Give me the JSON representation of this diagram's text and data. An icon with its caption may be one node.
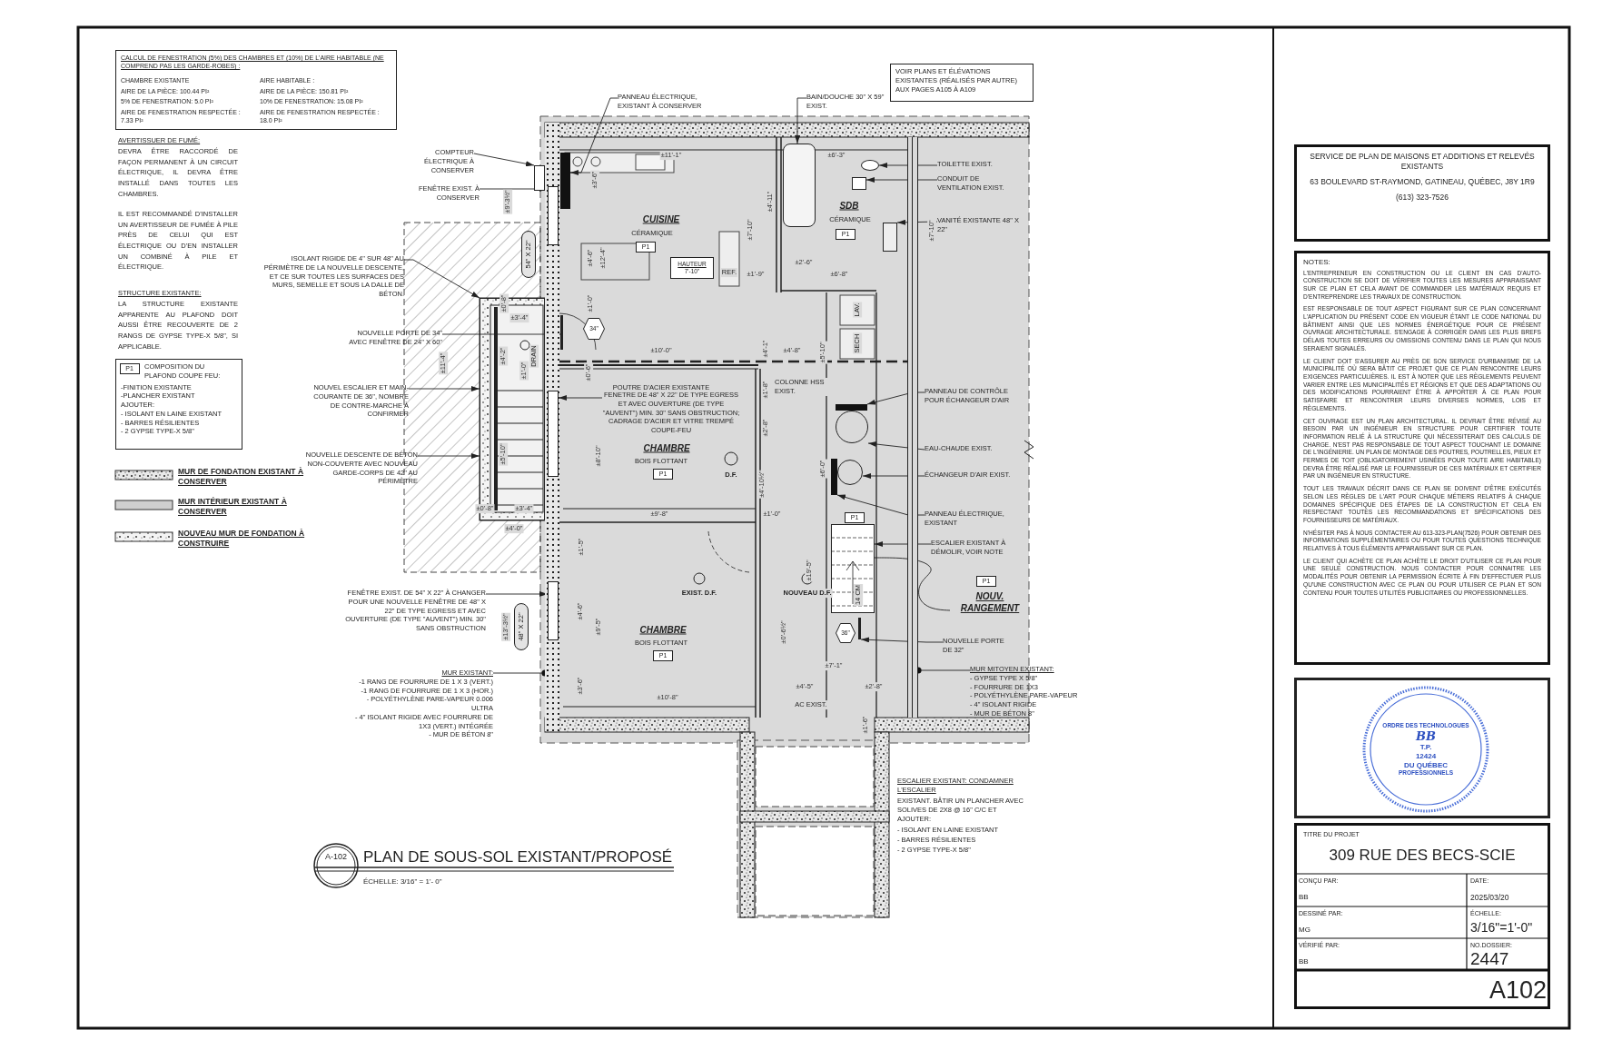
{
  "diagram": {
    "title": "PLAN DE SOUS-SOL EXISTANT/PROPOSÉ",
    "nodes": [
      {
        "text": [
          "CALCUL DE FENESTRATION (5%) DES CHAMBRES ET (10%) DE L'AIRE HABITABLE (NE COMPREND PAS LES GARDE-ROBES) :",
          "CHAMBRE EXISTANTE",
          "AIRE DE LA PIÈCE: 100.44 PI²",
          "5% DE FENESTRATION: 5.0 PI²",
          "AIRE DE FENESTRATION RESPECTÉE : 7.33 PI²",
          "AIRE HABITABLE :",
          "AIRE DE LA PIÈCE: 150.81 PI²",
          "10% DE FENESTRATION: 15.08 PI²",
          "AIRE DE FENESTRATION RESPECTÉE : 18.0 PI²"
        ]
      },
      {
        "text": [
          "COMPOSITION DU PLAFOND COUPE FEU:",
          "-FINITION EXISTANTE",
          "-PLANCHER EXISTANT",
          "AJOUTER:",
          "- ISOLANT EN LAINE EXISTANT",
          "- BARRES RÉSILIENTES",
          "- 2 GYPSE TYPE-X 5/8\""
        ]
      },
      {
        "text": [
          "P1"
        ],
        "in": 1
      },
      {
        "text": [
          "PANNEAU ÉLECTRIQUE, EXISTANT À CONSERVER"
        ]
      },
      {
        "text": [
          "BAIN/DOUCHE 30\" X 59\" EXIST."
        ]
      },
      {
        "text": [
          "VOIR PLANS ET ÉLÉVATIONS EXISTANTES (RÉALISÉS PAR AUTRE) AUX PAGES A105 À A109"
        ]
      },
      {
        "text": [
          "COMPTEUR ÉLECTRIQUE À CONSERVER"
        ]
      },
      {
        "text": [
          "FENÊTRE EXIST. À CONSERVER"
        ]
      },
      {
        "text": [
          "TOILETTE EXIST."
        ]
      },
      {
        "text": [
          "CONDUIT DE VENTILATION EXIST."
        ]
      },
      {
        "text": [
          "VANITÉ EXISTANTE 48\" X 22\""
        ]
      },
      {
        "text": [
          "ISOLANT RIGIDE DE 4\" SUR 48\" AU PÉRIMÈTRE DE LA NOUVELLE DESCENTE, ET CE SUR TOUTES LES SURFACES DES MURS, SEMELLE ET SOUS LA DALLE DE BÉTON."
        ]
      },
      {
        "text": [
          "P1"
        ]
      },
      {
        "text": [
          "HAUTEUR",
          "7'-10\""
        ]
      },
      {
        "text": [
          "P1"
        ]
      },
      {
        "text": [
          "NOUVELLE PORTE DE 34\" AVEC FENÊTRE DE 24\" X 60\""
        ]
      },
      {
        "text": [
          "34\""
        ]
      },
      {
        "text": [
          "NOUVEL ESCALIER ET MAIN-COURANTE DE 36\", NOMBRE DE CONTRE-MARCHE À CONFIRMER"
        ]
      },
      {
        "text": [
          "FENÊTRE DE 48\" X 22\" DE TYPE EGRESS ET AVEC OUVERTURE (DE TYPE \"AUVENT\") MIN. 30\" SANS OBSTRUCTION; CADRAGE D'ACIER ET VITRE TREMPÉ COUPE-FEU"
        ]
      },
      {
        "text": [
          "NOUVELLE DESCENTE DE BÉTON NON-COUVERTE AVEC NOUVEAU GARDE-CORPS DE 42\" AU PÉRIMÈTRE"
        ]
      },
      {
        "text": [
          "P1"
        ]
      },
      {
        "text": [
          "PANNEAU DE CONTRÔLE POUR ÉCHANGEUR D'AIR"
        ]
      },
      {
        "text": [
          "EAU-CHAUDE EXIST."
        ]
      },
      {
        "text": [
          "ÉCHANGEUR D'AIR EXIST."
        ]
      },
      {
        "text": [
          "P1"
        ]
      },
      {
        "text": [
          "PANNEAU ÉLECTRIQUE, EXISTANT"
        ]
      },
      {
        "text": [
          "ESCALIER EXISTANT À DÉMOLIR, VOIR NOTE"
        ]
      },
      {
        "text": [
          "P1"
        ]
      },
      {
        "text": [
          "NOUV. RANGEMENT"
        ]
      },
      {
        "text": [
          "36\""
        ]
      },
      {
        "text": [
          "NOUVELLE PORTE DE 32\""
        ]
      },
      {
        "text": [
          "FENÊTRE EXIST. DE 54\" X 22\" À CHANGER POUR UNE NOUVELLE FENÊTRE DE 48\" X 22\" DE TYPE EGRESS ET AVEC OUVERTURE (DE TYPE \"AUVENT\") MIN. 30\" SANS OBSTRUCTION"
        ]
      },
      {
        "text": [
          "P1"
        ]
      },
      {
        "text": [
          "MUR EXISTANT:",
          "-1 RANG DE FOURRURE DE 1 X 3 (VERT.)",
          "-1 RANG DE FOURRURE DE 1 X 3 (HOR.)",
          "- POLYÉTHYLÈNE PARE-VAPEUR 0.006 ULTRA",
          "- 4\" ISOLANT RIGIDE AVEC FOURRURE DE 1X3 (VERT.) INTÉGRÉE",
          "- MUR DE BÉTON 8\""
        ]
      },
      {
        "text": [
          "MUR MITOYEN EXISTANT:",
          "- GYPSE TYPE X 5/8\"",
          "- FOURRURE DE 1X3",
          "- POLYÉTHYLÈNE PARE-VAPEUR",
          "- 4\" ISOLANT RIGIDE",
          "- MUR DE BÉTON 8\""
        ]
      },
      {
        "text": [
          "54\" X 22\""
        ]
      },
      {
        "text": [
          "48\" X 22\""
        ]
      },
      {
        "text": [
          "SERVICE DE PLAN DE MAISONS ET ADDITIONS ET RELEVÉS EXISTANTS",
          "63 BOULEVARD ST-RAYMOND, GATINEAU, QUÉBEC, J8Y 1R9",
          "(613) 323-7526"
        ]
      },
      {
        "text": [
          "NOTES:",
          "L'ENTREPRENEUR EN CONSTRUCTION OU LE CLIENT EN CAS D'AUTO-CONSTRUCTION SE DOIT DE VÉRIFIER TOUTES LES MESURES APPARAISSANT SUR CE PLAN ET CELA AVANT DE COMMANDER LES MATÉRIAUX REQUIS ET D'ENTREPRENDRE LES TRAVAUX DE CONSTRUCTION.",
          "EST RESPONSABLE DE TOUT ASPECT FIGURANT SUR CE PLAN CONCERNANT L'APPLICATION DU PRÉSENT CODE EN VIGUEUR ÉTANT LE CODE NATIONAL DU BÂTIMENT AINSI QUE LES NORMES ÉNERGÉTIQUE POUR CE PRÉSENT OUVRAGE ARCHITECTURALE. S'ENGAGE À CORRIGER DANS LES PLUS BREFS DÉLAIS TOUTES ERREURS OU OMISSIONS CONTENU DANS LE PLAN QUI NOUS SERAIENT SIGNALÉS.",
          "LE CLIENT DOIT S'ASSURER AU PRÈS DE SON SERVICE D'URBANISME DE LA MUNICIPALITÉ OÙ SERA BÂTIT CE PROJET QUE CE PLAN RENCONTRE LEURS EXIGENCES PARTICULIÈRES. IL EST À NOTER QUE LES RÈGLEMENTS PEUVENT VARIER ENTRE LES MUNICIPALITÉS ET RÉGIONS ET QUE DES ADAPTATIONS OU DES MODIFICATIONS POURRAIENT ÊTRE À APPORTER À CE PLAN POUR SATISFAIRE ET RENCONTRER LEURS DIVERSES NORMES, LOIS ET RÈGLEMENTS.",
          "CET OUVRAGE EST UN PLAN ARCHITECTURAL. IL DEVRAIT ÊTRE RÉVISÉ AU BESOIN PAR UN INGÉNIEUR EN STRUCTURE POUR CERTIFIER TOUTE INFORMATION RELIÉ À LA STRUCTURE QUI NÉCESSITERAIT DES CALCULS DE CHARGE. N'EST PAS RESPONSABLE DE TOUT ASPECT TOUCHANT LE DOMAINE DE L'INGÉNIERIE. UN PLAN DE MONTAGE DES POUTRES, POUTRELLES, PIEUX ET FERMES DE TOIT (OBLIGATOIREMENT USINÉES POUR TOUTE AIRE HABITABLE) DEVRA ÊTRE RÉALISÉ PAR LE FOURNISSEUR DE CES MATÉRIAUX ET CERTIFIER PAR UN INGÉNIEUR EN STRUCTURE.",
          "TOUT LES TRAVAUX DÉCRIT DANS CE PLAN SE DOIVENT D'ÊTRE EXÉCUTÉS SELON LES RÈGLES DE L'ART POUR CHAQUE MÉTIERS RELATIFS À CHAQUE DOMAINES SPÉCIFIQUE DES ÉTAPES DE LA CONSTRUCTION ET CELA EN RESPECTANT TOUTES LES RECOMMANDATIONS ET SPÉCIFICATIONS DES FOURNISSEURS DE MATÉRIAUX.",
          "N'HÉSITER PAS À NOUS CONTACTER AU 613-323-PLAN(7526) POUR OBTENIR DES INFORMATIONS SUPPLÉMENTAIRES OU POUR TOUTES QUESTIONS TECHNIQUE RELATIVES À TOUS ÉLÉMENTS APPARAISSANT SUR CE PLAN.",
          "LE CLIENT QUI ACHÈTE CE PLAN ACHÈTE LE DROIT D'UTILISER CE PLAN POUR UNE SEULE CONSTRUCTION. NOUS CONTACTER POUR CONNAITRE LES MODALITÉS POUR OBTENIR LA PERMISSION ÉCRITE À FIN D'EFFECTUER PLUS QU'UNE CONSTRUCTION AVEC CE PLAN OU POUR UTILISER CE PLAN ET SON CONTENU POUR TOUTES UTILITÉS PUBLICITAIRES OU PROFESSIONNELLES."
        ]
      },
      {
        "text": [],
        "shape": "box"
      },
      {
        "text": [
          "ORDRE DES TECHNOLOGUES",
          "BB",
          "T.P.",
          "12424",
          "DU QUÉBEC",
          "PROFESSIONNELS"
        ],
        "in": 39
      },
      {
        "text": [
          "TITRE DU PROJET",
          "309 RUE DES BECS-SCIE"
        ]
      },
      {
        "text": [],
        "shape": "bar"
      },
      {
        "text": [],
        "shape": "bar"
      },
      {
        "text": [],
        "shape": "box"
      },
      {
        "text": [],
        "shape": "box"
      },
      {
        "text": [],
        "shape": "box",
        "in": 42
      },
      {
        "text": [],
        "shape": "circle"
      },
      {
        "text": [],
        "shape": "box"
      },
      {
        "text": [],
        "shape": "box"
      },
      {
        "text": [],
        "shape": "box"
      },
      {
        "text": [],
        "shape": "box",
        "in": 42
      },
      {
        "text": [],
        "shape": "bar"
      },
      {
        "text": [],
        "shape": "circle"
      },
      {
        "text": [],
        "shape": "circle"
      },
      {
        "text": [],
        "shape": "bar"
      },
      {
        "text": [],
        "shape": "box"
      },
      {
        "text": [],
        "shape": "box",
        "in": 42
      },
      {
        "text": [],
        "shape": "bar"
      },
      {
        "text": [],
        "shape": "bar"
      },
      {
        "text": [],
        "shape": "bar"
      }
    ],
    "edges": [
      {
        "from": 3,
        "to": 43,
        "arrow": "to"
      },
      {
        "from": 4,
        "to": 44,
        "arrow": "to"
      },
      {
        "from": 6,
        "to": 45,
        "arrow": "to"
      },
      {
        "from": 7,
        "to": 46,
        "arrow": "to"
      },
      {
        "from": 8,
        "to": 47,
        "arrow": "to"
      },
      {
        "from": 9,
        "to": 48,
        "arrow": "to"
      },
      {
        "from": 10,
        "to": 49,
        "arrow": "to"
      },
      {
        "from": 11,
        "to": 50,
        "arrow": "to"
      },
      {
        "from": 15,
        "to": 58,
        "arrow": "to"
      },
      {
        "from": 17,
        "to": 50,
        "arrow": "to"
      },
      {
        "from": 18,
        "to": 51,
        "arrow": "to"
      },
      {
        "from": 19,
        "to": 50,
        "arrow": "to"
      },
      {
        "from": 21,
        "to": 52,
        "arrow": "to"
      },
      {
        "from": 22,
        "to": 53,
        "arrow": "to"
      },
      {
        "from": 23,
        "to": 54,
        "arrow": "to"
      },
      {
        "from": 25,
        "to": 55,
        "arrow": "to"
      },
      {
        "from": 26,
        "to": 56,
        "arrow": "to"
      },
      {
        "from": 28,
        "to": 56,
        "arrow": "none"
      },
      {
        "from": 30,
        "to": 59,
        "arrow": "to"
      },
      {
        "from": 31,
        "to": 57,
        "arrow": "to"
      },
      {
        "from": 33,
        "to": 42,
        "arrow": "other"
      },
      {
        "from": 34,
        "to": 60,
        "arrow": "other"
      }
    ],
    "labels": [
      "AVERTISSUER DE FUMÉ:",
      "DEVRA ÊTRE RACCORDÉ DE FAÇON PERMANENT À UN CIRCUIT ÉLECTRIQUE, IL DEVRA ÊTRE INSTALLÉ DANS TOUTES LES CHAMBRES.",
      "IL EST RECOMMANDÉ D'INSTALLER UN AVERTISSEUR DE FUMÉE À PILE PRÈS DE CELUI QUI EST ÉLECTRIQUE OU D'EN INSTALLER UN COMBINÉ À PILE ET ÉLECTRIQUE.",
      "STRUCTURE EXISTANTE:",
      "LA STRUCTURE EXISTANTE APPARENTE AU PLAFOND DOIT AUSSI ÊTRE RECOUVERTE DE 2 RANGS DE GYPSE TYPE-X 5/8\", SI APPLICABLE.",
      "CUISINE",
      "CÉRAMIQUE",
      "SDB",
      "CÉRAMIQUE",
      "REF.",
      "LAV.",
      "SECH",
      "DRAIN",
      "POUTRE D'ACIER EXISTANTE",
      "COLONNE HSS EXIST.",
      "CHAMBRE",
      "BOIS FLOTTANT",
      "D.F.",
      "EXIST. D.F.",
      "NOUVEAU D.F.",
      "14 CM",
      "CHAMBRE",
      "BOIS FLOTTANT",
      "AC EXIST.",
      "ESCALIER EXISTANT: CONDAMNER L'ESCALIER",
      "EXISTANT. BÂTIR UN PLANCHER AVEC SOLIVES DE 2X8 @ 16\" C/C ET AJOUTER:",
      "- ISOLANT EN LAINE EXISTANT",
      "- BARRES RÉSILIENTES",
      "- 2 GYPSE TYPE-X 5/8\"",
      "A-102",
      "ÉCHELLE: 3/16\" = 1'- 0\"",
      "CONÇU PAR:",
      "BB",
      "DATE:",
      "2025/03/20",
      "DESSINÉ PAR:",
      "MG",
      "ÉCHELLE:",
      "3/16\"=1'-0\"",
      "VÉRIFIÉ PAR:",
      "BB",
      "NO.DOSSIER:",
      "2447",
      "A102",
      "±11'-1\"",
      "±6'-3\"",
      "±3'-6\"",
      "±9'-3½\"",
      "±4'-11\"",
      "±7'-10\"",
      "±7'-10\"",
      "±4'-6\"",
      "±12'-4\"",
      "±2'-6\"",
      "±1'-9\"",
      "±6'-8\"",
      "±0'-8\"",
      "±1'-0\"",
      "±3'-4\"",
      "±4'-2\"",
      "±10'-0\"",
      "±4'-1\"",
      "±4'-8\"",
      "±5'-10\"",
      "±11'-4\"",
      "±1'-0\"",
      "±0'-6\"",
      "±1'-8\"",
      "±2'-8\"",
      "±5'-10\"",
      "±8'-10\"",
      "±6'-0\"",
      "±4'-10½\"",
      "±0'-8\"",
      "±3'-4\"",
      "±9'-8\"",
      "±1'-0\"",
      "±4'-0\"",
      "±1'-5\"",
      "±19'-5\"",
      "±4'-6\"",
      "±13'-3½\"",
      "±9'-5\"",
      "±0'-6½\"",
      "±7'-1\"",
      "±3'-6\"",
      "±4'-5\"",
      "±2'-8\"",
      "±10'-8\"",
      "±1'-6\""
    ],
    "legend": [
      {
        "text": "MUR DE FONDATION EXISTANT À CONSERVER"
      },
      {
        "text": "MUR INTÉRIEUR EXISTANT À CONSERVER"
      },
      {
        "text": "NOUVEAU MUR DE FONDATION À CONSTRUIRE"
      }
    ]
  }
}
